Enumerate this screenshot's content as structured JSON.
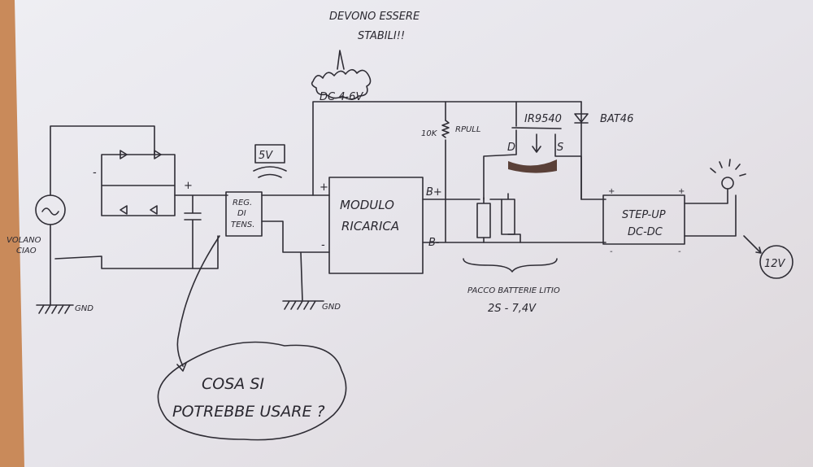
{
  "note_top": {
    "line1": "DEVONO ESSERE",
    "line2": "STABILI!!"
  },
  "dc_range": "DC 4-6V",
  "generator": {
    "line1": "VOLANO",
    "line2": "CIAO"
  },
  "gnd_left": "GND",
  "gnd_mid": "GND",
  "bridge": {
    "minus": "-",
    "plus": "+"
  },
  "regulator": {
    "line1": "REG.",
    "line2": "DI",
    "line3": "TENS."
  },
  "reg_output": "5V",
  "module": {
    "line1": "MODULO",
    "line2": "RICARICA",
    "in_plus": "+",
    "in_minus": "-",
    "b_plus": "B+",
    "b_minus": "B-"
  },
  "resistor": {
    "value": "10K",
    "name": "RPULL"
  },
  "mosfet": {
    "name": "IR9540",
    "drain": "D",
    "source": "S"
  },
  "diode": "BAT46",
  "battery": {
    "line1": "PACCO BATTERIE LITIO",
    "line2": "2S - 7,4V"
  },
  "stepup": {
    "line1": "STEP-UP",
    "line2": "DC-DC",
    "plus_in": "+",
    "minus_in": "-",
    "plus_out": "+",
    "minus_out": "-"
  },
  "output_voltage": "12V",
  "bubble": {
    "line1": "COSA SI",
    "line2": "POTREBBE USARE ?"
  }
}
